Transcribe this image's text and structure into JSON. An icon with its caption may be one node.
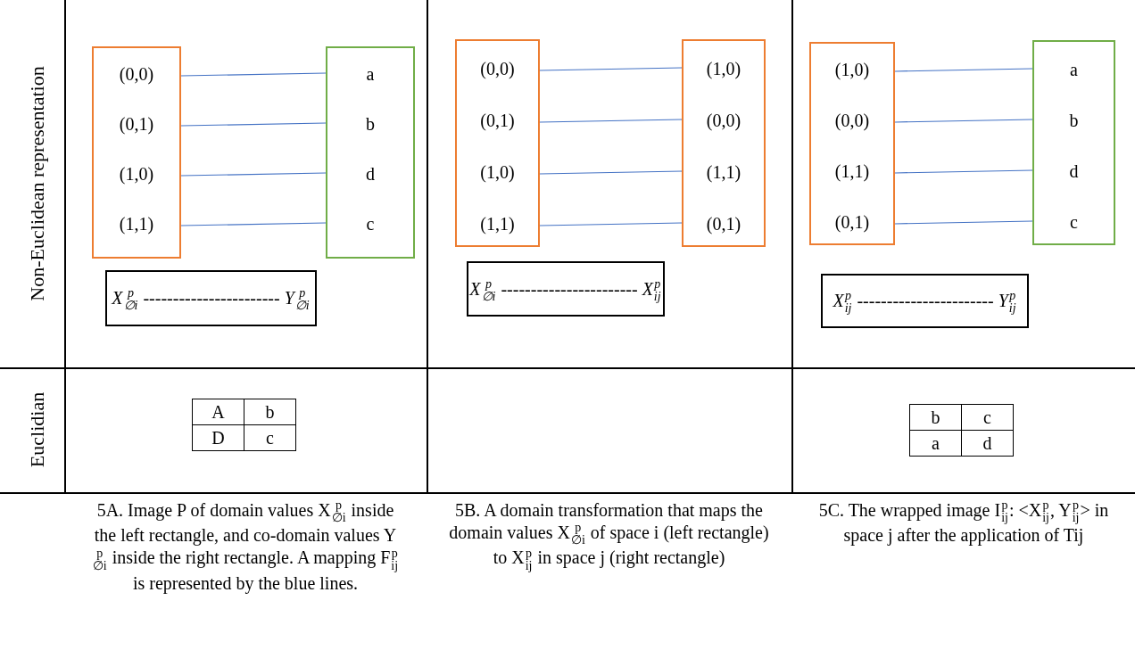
{
  "diagram": {
    "nodes": [
      {
        "text": [],
        "shape": "box"
      },
      {
        "text": [
          "(0,0)"
        ],
        "in": 0
      },
      {
        "text": [
          "(0,1)"
        ],
        "in": 0
      },
      {
        "text": [
          "(1,0)"
        ],
        "in": 0
      },
      {
        "text": [
          "(1,1)"
        ],
        "in": 0
      },
      {
        "text": [],
        "shape": "box"
      },
      {
        "text": [
          "a"
        ],
        "in": 5
      },
      {
        "text": [
          "b"
        ],
        "in": 5
      },
      {
        "text": [
          "d"
        ],
        "in": 5
      },
      {
        "text": [
          "c"
        ],
        "in": 5
      },
      {
        "text": [
          "X$^{p}$$_{∅i}$ ----------------------- Y$^{p}$$_{∅i}$"
        ]
      },
      {
        "text": [],
        "shape": "box"
      },
      {
        "text": [
          "(0,0)"
        ],
        "in": 11
      },
      {
        "text": [
          "(0,1)"
        ],
        "in": 11
      },
      {
        "text": [
          "(1,0)"
        ],
        "in": 11
      },
      {
        "text": [
          "(1,1)"
        ],
        "in": 11
      },
      {
        "text": [],
        "shape": "box"
      },
      {
        "text": [
          "(1,0)"
        ],
        "in": 16
      },
      {
        "text": [
          "(0,0)"
        ],
        "in": 16
      },
      {
        "text": [
          "(1,1)"
        ],
        "in": 16
      },
      {
        "text": [
          "(0,1)"
        ],
        "in": 16
      },
      {
        "text": [
          "X$^{p}$$_{∅i}$ ----------------------- X$^{p}$$_{ij}$"
        ]
      },
      {
        "text": [],
        "shape": "box"
      },
      {
        "text": [
          "(1,0)"
        ],
        "in": 22
      },
      {
        "text": [
          "(0,0)"
        ],
        "in": 22
      },
      {
        "text": [
          "(1,1)"
        ],
        "in": 22
      },
      {
        "text": [
          "(0,1)"
        ],
        "in": 22
      },
      {
        "text": [],
        "shape": "box"
      },
      {
        "text": [
          "a"
        ],
        "in": 27
      },
      {
        "text": [
          "b"
        ],
        "in": 27
      },
      {
        "text": [
          "d"
        ],
        "in": 27
      },
      {
        "text": [
          "c"
        ],
        "in": 27
      },
      {
        "text": [
          "X$^{p}$$_{ij}$ ----------------------- Y$^{p}$$_{ij}$"
        ]
      }
    ],
    "edges": [
      {
        "from": 1,
        "to": 6,
        "arrow": "none"
      },
      {
        "from": 2,
        "to": 7,
        "arrow": "none"
      },
      {
        "from": 3,
        "to": 8,
        "arrow": "none"
      },
      {
        "from": 4,
        "to": 9,
        "arrow": "none"
      },
      {
        "from": 12,
        "to": 17,
        "arrow": "none"
      },
      {
        "from": 13,
        "to": 18,
        "arrow": "none"
      },
      {
        "from": 14,
        "to": 19,
        "arrow": "none"
      },
      {
        "from": 15,
        "to": 20,
        "arrow": "none"
      },
      {
        "from": 23,
        "to": 28,
        "arrow": "none"
      },
      {
        "from": 24,
        "to": 29,
        "arrow": "none"
      },
      {
        "from": 25,
        "to": 30,
        "arrow": "none"
      },
      {
        "from": 26,
        "to": 31,
        "arrow": "none"
      }
    ],
    "labels": [
      "Non-Euclidean representation",
      "Euclidian",
      "A",
      "b",
      "D",
      "c",
      "b",
      "c",
      "a",
      "d",
      "5A. Image P of domain values X$^{p}$$_{∅i}$ inside the left rectangle, and co-domain values Y$^{p}$$_{∅i}$ inside the right rectangle. A mapping F$^{p}$$_{ij}$ is represented by the blue lines.",
      "5B. A domain transformation that maps the domain values X$^{p}$$_{∅i}$ of space i (left rectangle) to X$^{p}$$_{ij}$ in space j (right rectangle)",
      "5C. The wrapped image I$^{p}$$_{ij}$: <X$^{p}$$_{ij}$, Y$^{p}$$_{ij}$> in space j after the application of Tij"
    ]
  }
}
